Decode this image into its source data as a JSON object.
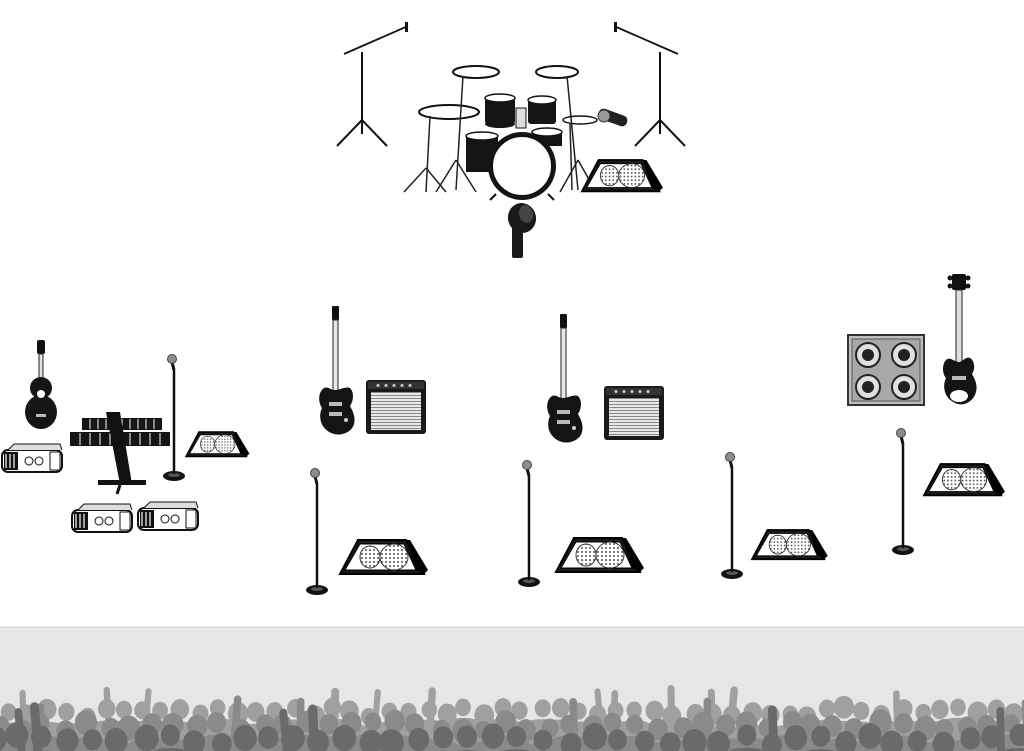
{
  "diagram": {
    "type": "stage-plot",
    "elements": [
      {
        "id": "drum-kit",
        "icon": "drum-kit-icon"
      },
      {
        "id": "overhead-mic-left",
        "icon": "boom-mic-stand-icon"
      },
      {
        "id": "overhead-mic-right",
        "icon": "boom-mic-stand-icon"
      },
      {
        "id": "kick-drum-mic",
        "icon": "kick-mic-icon"
      },
      {
        "id": "drum-monitor",
        "icon": "wedge-monitor-icon"
      },
      {
        "id": "acoustic-guitar",
        "icon": "acoustic-guitar-icon"
      },
      {
        "id": "keyboard",
        "icon": "keyboard-stand-icon"
      },
      {
        "id": "di-box-1",
        "icon": "di-box-icon"
      },
      {
        "id": "di-box-2",
        "icon": "di-box-icon"
      },
      {
        "id": "di-box-3",
        "icon": "di-box-icon"
      },
      {
        "id": "keys-mic",
        "icon": "mic-stand-icon"
      },
      {
        "id": "keys-monitor",
        "icon": "wedge-monitor-icon"
      },
      {
        "id": "electric-guitar-1",
        "icon": "electric-guitar-icon"
      },
      {
        "id": "guitar-amp-1",
        "icon": "guitar-amp-icon"
      },
      {
        "id": "electric-guitar-2",
        "icon": "electric-guitar-icon"
      },
      {
        "id": "guitar-amp-2",
        "icon": "guitar-amp-icon"
      },
      {
        "id": "bass-cabinet",
        "icon": "bass-cabinet-icon"
      },
      {
        "id": "bass-guitar",
        "icon": "bass-guitar-icon"
      },
      {
        "id": "vocal-mic-1",
        "icon": "mic-stand-icon"
      },
      {
        "id": "vocal-monitor-1",
        "icon": "wedge-monitor-icon"
      },
      {
        "id": "vocal-mic-2",
        "icon": "mic-stand-icon"
      },
      {
        "id": "vocal-monitor-2",
        "icon": "wedge-monitor-icon"
      },
      {
        "id": "vocal-mic-3",
        "icon": "mic-stand-icon"
      },
      {
        "id": "vocal-monitor-3",
        "icon": "wedge-monitor-icon"
      },
      {
        "id": "vocal-mic-4",
        "icon": "mic-stand-icon"
      },
      {
        "id": "vocal-monitor-4",
        "icon": "wedge-monitor-icon"
      },
      {
        "id": "audience",
        "icon": "crowd-silhouette-icon"
      }
    ]
  },
  "colors": {
    "stage_background": "#ffffff",
    "audience_area": "#e6e6e6",
    "equipment": "#111111",
    "crowd_light": "#a0a0a0",
    "crowd_mid": "#8a8a8a",
    "crowd_dark": "#6a6a6a"
  }
}
